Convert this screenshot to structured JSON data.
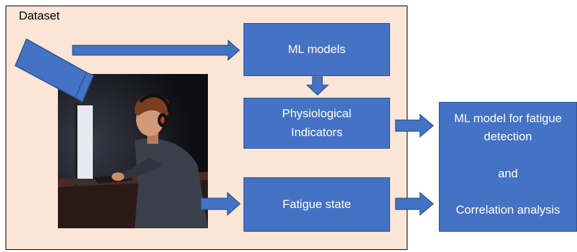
{
  "dataset_label": "Dataset",
  "boxes": {
    "ml_models": "ML models",
    "physiological_line1": "Physiological",
    "physiological_line2": "Indicators",
    "fatigue_state": "Fatigue state",
    "result_line1": "ML model for fatigue",
    "result_line2": "detection",
    "result_line3": "and",
    "result_line4": "Correlation analysis"
  },
  "colors": {
    "dataset_fill": "#fbe5d6",
    "box_fill": "#4472c4",
    "box_border": "#2f528f"
  },
  "icons": [
    "camera-icon",
    "person-at-computer-illustration"
  ]
}
